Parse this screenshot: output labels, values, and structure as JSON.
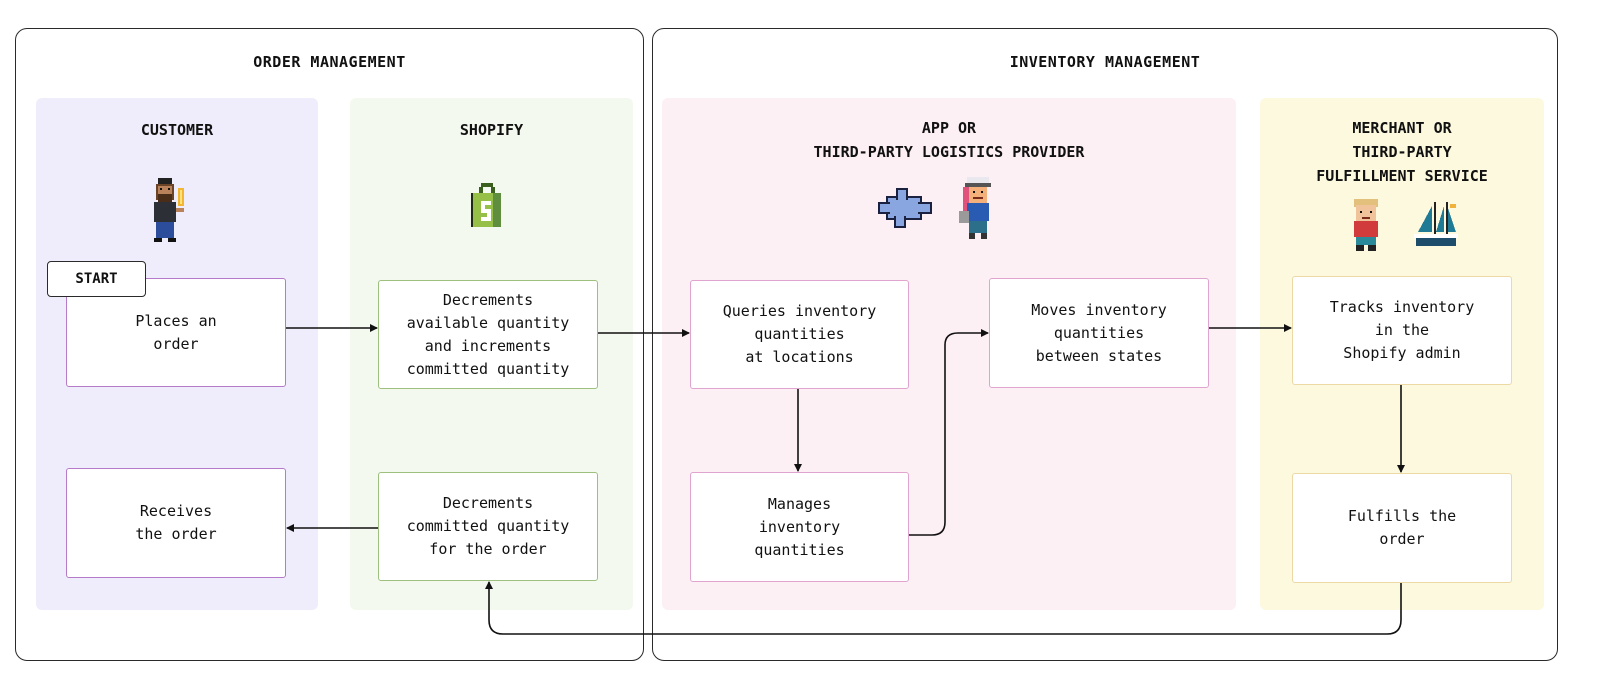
{
  "panels": {
    "order_management": {
      "title": "ORDER MANAGEMENT"
    },
    "inventory_management": {
      "title": "INVENTORY MANAGEMENT"
    }
  },
  "lanes": {
    "customer": {
      "title": "CUSTOMER",
      "background": "#efedfb",
      "border": "#b57bc8",
      "icon": "customer-character-icon",
      "start_label": "START",
      "steps": [
        "Places an\norder",
        "Receives\nthe order"
      ]
    },
    "shopify": {
      "title": "SHOPIFY",
      "background": "#f3f9ee",
      "border": "#9dc07f",
      "icon": "shopify-bag-icon",
      "steps": [
        "Decrements\navailable quantity\nand increments\ncommitted quantity",
        "Decrements\ncommitted quantity\nfor the order"
      ]
    },
    "app_3pl": {
      "title": "APP OR\nTHIRD-PARTY LOGISTICS PROVIDER",
      "background": "#fdf0f5",
      "border": "#e0a5cf",
      "icons": [
        "puzzle-piece-icon",
        "logistics-worker-icon"
      ],
      "steps": [
        "Queries inventory\nquantities\nat locations",
        "Manages\ninventory\nquantities",
        "Moves inventory\nquantities\nbetween states"
      ]
    },
    "merchant": {
      "title": "MERCHANT OR\nTHIRD-PARTY\nFULFILLMENT SERVICE",
      "background": "#fcf9de",
      "border": "#ecd9a6",
      "icons": [
        "merchant-character-icon",
        "sailboat-icon"
      ],
      "steps": [
        "Tracks inventory\nin the\nShopify admin",
        "Fulfills the\norder"
      ]
    }
  },
  "flow": [
    "Places an order -> Decrements available quantity and increments committed quantity",
    "Decrements available quantity and increments committed quantity -> Queries inventory quantities at locations",
    "Queries inventory quantities at locations -> Manages inventory quantities",
    "Manages inventory quantities -> Moves inventory quantities between states",
    "Moves inventory quantities between states -> Tracks inventory in the Shopify admin",
    "Tracks inventory in the Shopify admin -> Fulfills the order",
    "Fulfills the order -> Decrements committed quantity for the order",
    "Decrements committed quantity for the order -> Receives the order"
  ]
}
